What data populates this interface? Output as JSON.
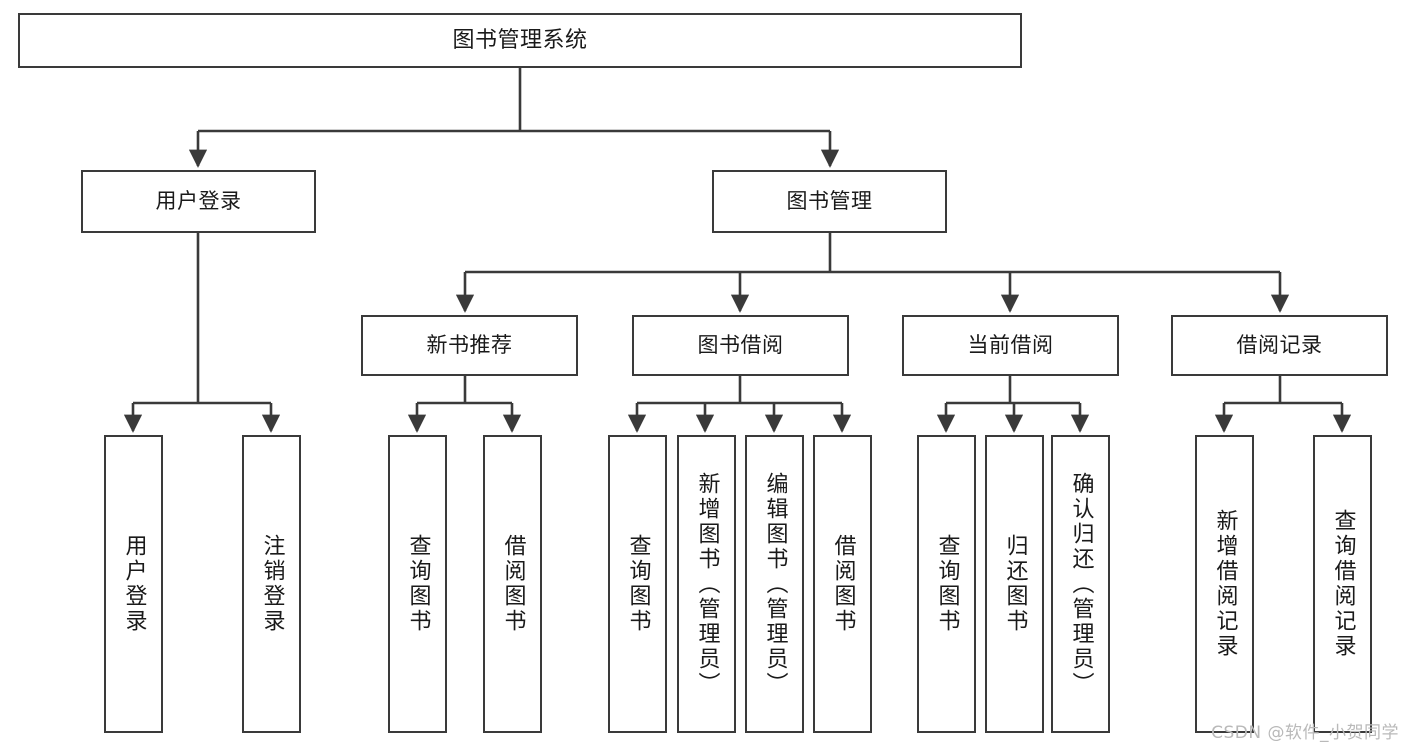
{
  "diagram": {
    "title": "图书管理系统",
    "type": "tree-hierarchy-chart",
    "watermark": "CSDN @软件_小贺同学",
    "colors": {
      "stroke": "#3a3a3a",
      "fill": "#ffffff",
      "text": "#1a1a1a",
      "watermark": "#b9b9b9"
    },
    "levels": {
      "root": {
        "label": "图书管理系统"
      },
      "level2": [
        {
          "label": "用户登录"
        },
        {
          "label": "图书管理"
        }
      ],
      "level3": [
        {
          "label": "新书推荐"
        },
        {
          "label": "图书借阅"
        },
        {
          "label": "当前借阅"
        },
        {
          "label": "借阅记录"
        }
      ],
      "leaves": {
        "user_login": [
          {
            "label": "用户登录"
          },
          {
            "label": "注销登录"
          }
        ],
        "new_book_recommend": [
          {
            "label": "查询图书"
          },
          {
            "label": "借阅图书"
          }
        ],
        "book_borrow": [
          {
            "label": "查询图书"
          },
          {
            "label": "新增图书（管理员）"
          },
          {
            "label": "编辑图书（管理员）"
          },
          {
            "label": "借阅图书"
          }
        ],
        "current_borrow": [
          {
            "label": "查询图书"
          },
          {
            "label": "归还图书"
          },
          {
            "label": "确认归还（管理员）"
          }
        ],
        "borrow_record": [
          {
            "label": "新增借阅记录"
          },
          {
            "label": "查询借阅记录"
          }
        ]
      }
    }
  }
}
